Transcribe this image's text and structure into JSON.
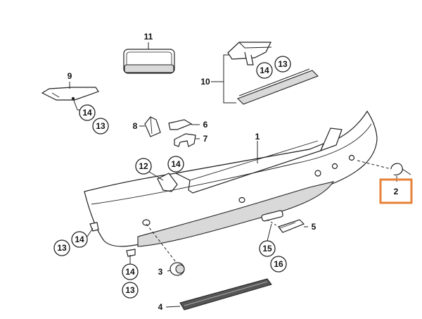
{
  "labels": {
    "p1": "1",
    "p2": "2",
    "p3": "3",
    "p4": "4",
    "p5": "5",
    "p6": "6",
    "p7": "7",
    "p8": "8",
    "p9": "9",
    "p10": "10",
    "p11": "11"
  },
  "callouts": {
    "c12": "12",
    "c13": "13",
    "c14": "14",
    "c15": "15",
    "c16": "16"
  },
  "highlight": {
    "part": "2",
    "color": "#e6823a"
  }
}
